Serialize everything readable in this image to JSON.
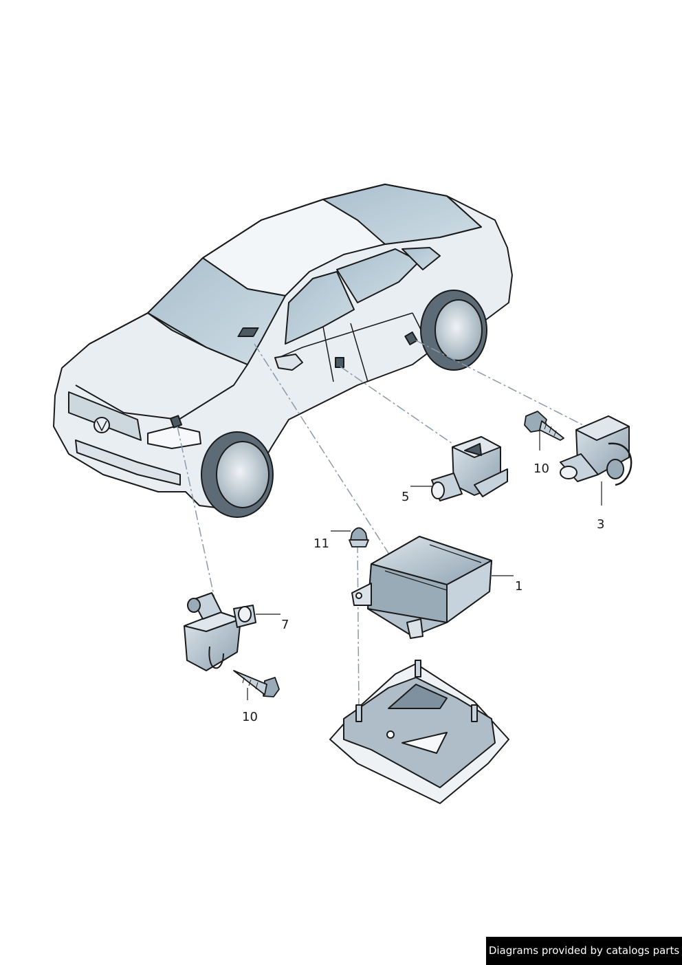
{
  "diagram": {
    "labels": {
      "part_1": "1",
      "part_3": "3",
      "part_5": "5",
      "part_7": "7",
      "part_10_top": "10",
      "part_10_bottom": "10",
      "part_11": "11"
    },
    "colors": {
      "body_fill": "#e9eef2",
      "glass_fill": "#b9cdd8",
      "part_fill": "#c7d3dc",
      "part_dark": "#8fa2b0",
      "outline": "#1a1a1a",
      "leader": "#8a9aa6"
    }
  },
  "footer": {
    "credit": "Diagrams provided by catalogs parts"
  }
}
